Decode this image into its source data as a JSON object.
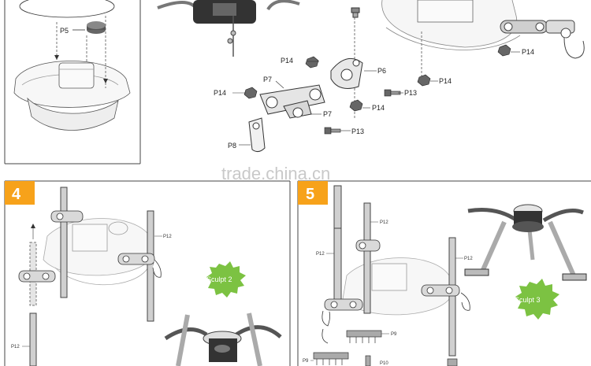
{
  "watermark": "trade.china.cn",
  "top_panel": {
    "left_part_label": "P5",
    "labels": {
      "p7_top": "P7",
      "p7_mid": "P7",
      "p6": "P6",
      "p8": "P8",
      "p13_a": "P13",
      "p13_b": "P13",
      "p14_left": "P14",
      "p14_top": "P14",
      "p14_mid": "P14",
      "p14_low": "P14",
      "p14_right": "P14"
    }
  },
  "step4": {
    "number": "4",
    "badge": "Sculpt 2",
    "labels": {
      "p12_a": "P12",
      "p12_b": "P12"
    }
  },
  "step5": {
    "number": "5",
    "badge": "Sculpt 3",
    "labels": {
      "p12_a": "P12",
      "p12_b": "P12",
      "p12_c": "P12",
      "p9_a": "P9",
      "p9_b": "P9",
      "p10": "P10"
    }
  },
  "colors": {
    "step_orange": "#f7a21a",
    "badge_green": "#7cc242",
    "line": "#333333"
  }
}
